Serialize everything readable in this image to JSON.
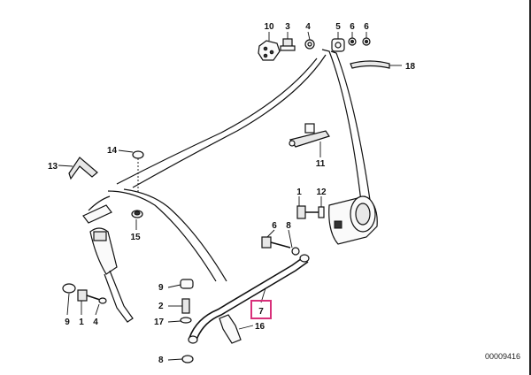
{
  "diagram": {
    "catalog_number": "00009416",
    "highlight_color": "#d8307a",
    "labels": {
      "p10": "10",
      "p3a": "3",
      "p4a": "4",
      "p5": "5",
      "p6a": "6",
      "p6b": "6",
      "p18": "18",
      "p14": "14",
      "p13": "13",
      "p11": "11",
      "p15": "15",
      "p1a": "1",
      "p12": "12",
      "p6c": "6",
      "p8a": "8",
      "p9a": "9",
      "p2": "2",
      "p17": "17",
      "p8b": "8",
      "p7": "7",
      "p16": "16",
      "p9b": "9",
      "p1b": "1",
      "p4b": "4"
    }
  }
}
